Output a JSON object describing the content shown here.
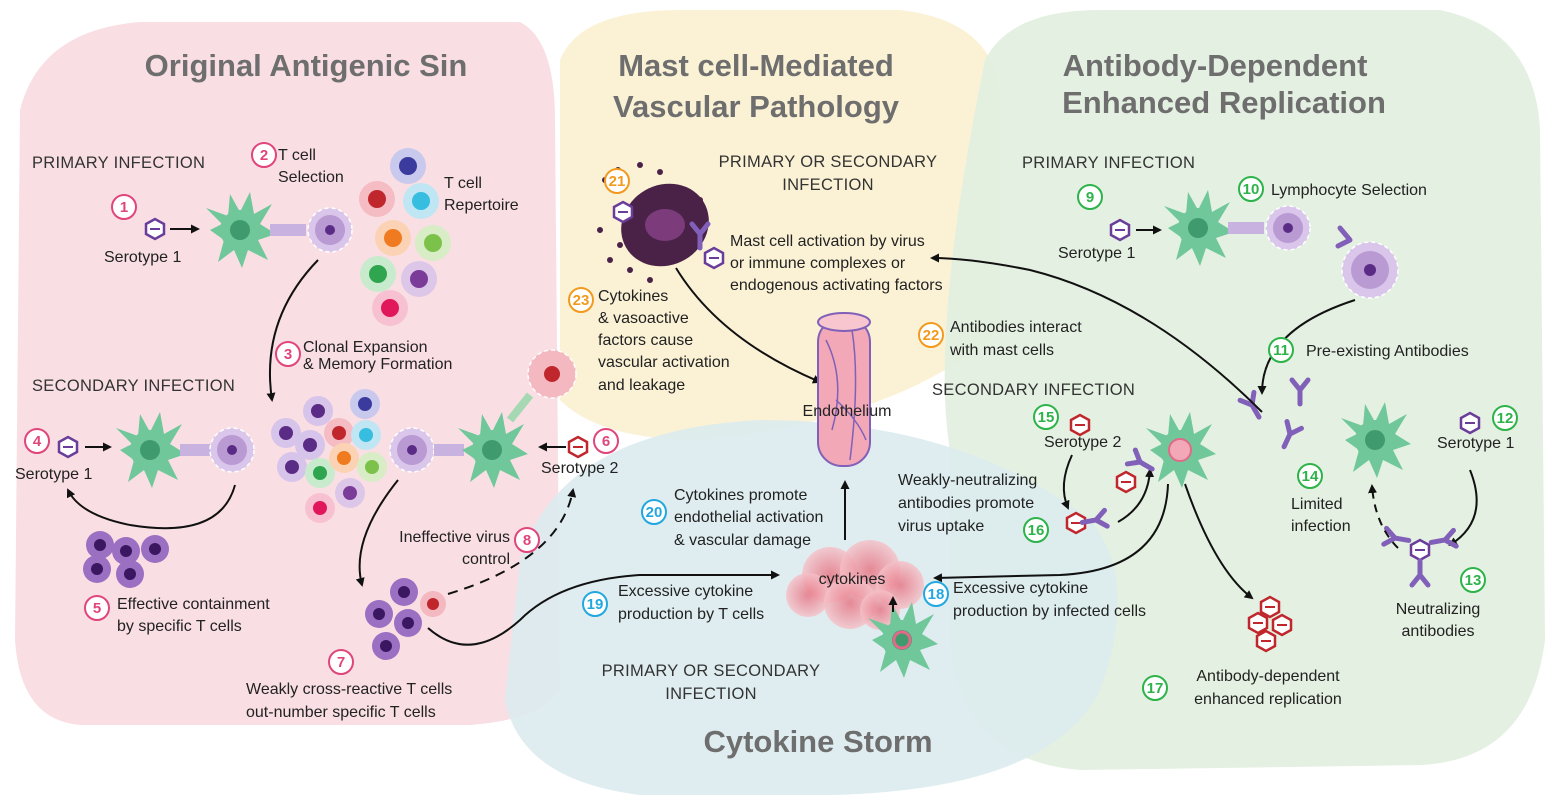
{
  "titles": {
    "original_antigenic_sin": "Original Antigenic Sin",
    "mast_line1": "Mast cell-Mediated",
    "mast_line2": "Vascular Pathology",
    "ade_line1": "Antibody-Dependent",
    "ade_line2": "Enhanced Replication",
    "cytokine_storm": "Cytokine Storm"
  },
  "headers": {
    "primary_left": "PRIMARY INFECTION",
    "secondary_left": "SECONDARY INFECTION",
    "mast_line1": "PRIMARY OR SECONDARY",
    "mast_line2": "INFECTION",
    "primary_right": "PRIMARY INFECTION",
    "secondary_right": "SECONDARY INFECTION",
    "storm_line1": "PRIMARY OR SECONDARY",
    "storm_line2": "INFECTION"
  },
  "steps": {
    "s1": "1",
    "s2": "2",
    "s3": "3",
    "s4": "4",
    "s5": "5",
    "s6": "6",
    "s7": "7",
    "s8": "8",
    "s9": "9",
    "s10": "10",
    "s11": "11",
    "s12": "12",
    "s13": "13",
    "s14": "14",
    "s15": "15",
    "s16": "16",
    "s17": "17",
    "s18": "18",
    "s19": "19",
    "s20": "20",
    "s21": "21",
    "s22": "22",
    "s23": "23"
  },
  "labels": {
    "serotype1_a": "Serotype 1",
    "tcell_selection_1": "T cell",
    "tcell_selection_2": "Selection",
    "repertoire_1": "T cell",
    "repertoire_2": "Repertoire",
    "clonal_1": "Clonal Expansion",
    "clonal_2": "& Memory Formation",
    "serotype1_b": "Serotype 1",
    "serotype2_a": "Serotype 2",
    "containment_1": "Effective containment",
    "containment_2": "by specific T cells",
    "ineffective_1": "Ineffective virus",
    "ineffective_2": "control",
    "weakly_1": "Weakly cross-reactive T cells",
    "weakly_2": "out-number specific T cells",
    "mast_act_1": "Mast cell activation by virus",
    "mast_act_2": "or immune complexes or",
    "mast_act_3": "endogenous activating factors",
    "cyto_vaso_1": "Cytokines",
    "cyto_vaso_2": "& vasoactive",
    "cyto_vaso_3": "factors cause",
    "cyto_vaso_4": "vascular activation",
    "cyto_vaso_5": "and leakage",
    "endothelium": "Endothelium",
    "ab_mast_1": "Antibodies interact",
    "ab_mast_2": "with mast cells",
    "cyto_endo_1": "Cytokines promote",
    "cyto_endo_2": "endothelial activation",
    "cyto_endo_3": "& vascular damage",
    "cytokines": "cytokines",
    "excess_t_1": "Excessive cytokine",
    "excess_t_2": "production by T cells",
    "excess_inf_1": "Excessive cytokine",
    "excess_inf_2": "production by infected cells",
    "serotype1_c": "Serotype 1",
    "lymph_sel": "Lymphocyte Selection",
    "preexisting": "Pre-existing Antibodies",
    "serotype2_b": "Serotype 2",
    "weakly_neut_1": "Weakly-neutralizing",
    "weakly_neut_2": "antibodies promote",
    "weakly_neut_3": "virus uptake",
    "serotype1_d": "Serotype 1",
    "limited_1": "Limited",
    "limited_2": "infection",
    "neutralizing_1": "Neutralizing",
    "neutralizing_2": "antibodies",
    "ade_1": "Antibody-dependent",
    "ade_2": "enhanced replication"
  },
  "colors": {
    "pink_region": "#f9dde3",
    "yellow_region": "#fbf1d2",
    "green_region": "#e3efdf",
    "blue_region": "#dcebee",
    "pink_step": "#e0457b",
    "orange_step": "#f39a1e",
    "green_step": "#2db34a",
    "blue_step": "#22a8df",
    "dendritic_cell": "#6fc79a",
    "tcell": "#b99ad3",
    "virus_purple": "#6a3d9a",
    "virus_red": "#c0272d",
    "mast_cell": "#4a2248",
    "endothelium": "#f2a8b6",
    "cytokine_cloud": "#ef9aa7"
  }
}
